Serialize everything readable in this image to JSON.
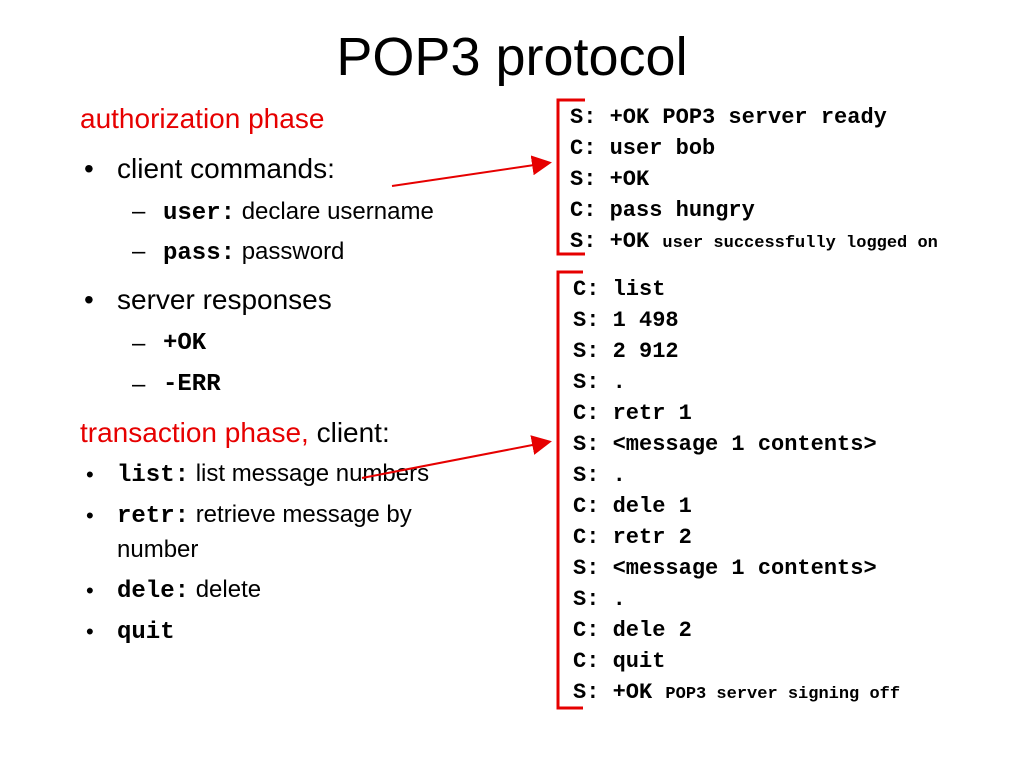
{
  "slide": {
    "title": "POP3 protocol",
    "authorization": {
      "heading": "authorization phase",
      "client_commands": {
        "label": "client commands:",
        "items": [
          {
            "cmd": "user:",
            "desc": "declare username"
          },
          {
            "cmd": "pass:",
            "desc": "password"
          }
        ]
      },
      "server_responses": {
        "label": "server responses",
        "items": [
          "+OK",
          "-ERR"
        ]
      }
    },
    "transaction": {
      "heading": "transaction phase,",
      "heading_suffix": "client:",
      "items": [
        {
          "cmd": "list:",
          "desc": "list message numbers"
        },
        {
          "cmd": "retr:",
          "desc": "retrieve message by",
          "desc_cont": "number"
        },
        {
          "cmd": "dele:",
          "desc": "delete"
        },
        {
          "cmd": "quit",
          "desc": ""
        }
      ]
    },
    "auth_session": [
      {
        "text": "S: +OK POP3 server ready",
        "note": ""
      },
      {
        "text": "C: user bob",
        "note": ""
      },
      {
        "text": "S: +OK",
        "note": ""
      },
      {
        "text": "C: pass hungry",
        "note": ""
      },
      {
        "text": "S: +OK",
        "note": "user successfully logged on"
      }
    ],
    "transaction_session": [
      {
        "text": "C: list",
        "note": ""
      },
      {
        "text": "S: 1 498",
        "note": ""
      },
      {
        "text": "S: 2 912",
        "note": ""
      },
      {
        "text": "S: .",
        "note": ""
      },
      {
        "text": "C: retr 1",
        "note": ""
      },
      {
        "text": "S: <message 1 contents>",
        "note": ""
      },
      {
        "text": "S: .",
        "note": ""
      },
      {
        "text": "C: dele 1",
        "note": ""
      },
      {
        "text": "C: retr 2",
        "note": ""
      },
      {
        "text": "S: <message 1 contents>",
        "note": ""
      },
      {
        "text": "S: .",
        "note": ""
      },
      {
        "text": "C: dele 2",
        "note": ""
      },
      {
        "text": "C: quit",
        "note": ""
      },
      {
        "text": "S: +OK",
        "note": "POP3 server signing off"
      }
    ],
    "colors": {
      "accent": "#e60000",
      "text": "#000000"
    }
  }
}
